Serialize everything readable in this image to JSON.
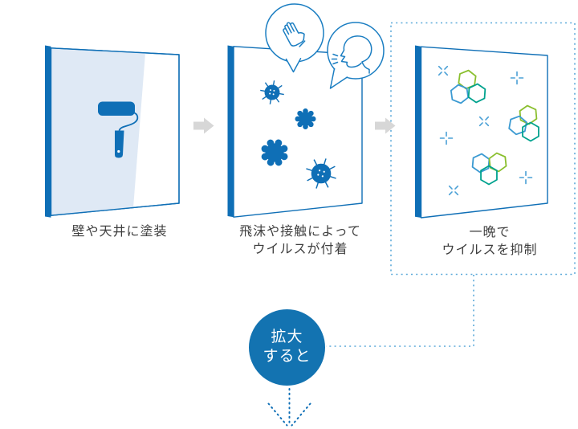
{
  "figure": {
    "steps": [
      {
        "caption_lines": [
          "壁や天井に塗装"
        ]
      },
      {
        "caption_lines": [
          "飛沫や接触によって",
          "ウイルスが付着"
        ]
      },
      {
        "caption_lines": [
          "一晩で",
          "ウイルスを抑制"
        ]
      }
    ],
    "magnify_label_lines": [
      "拡大",
      "すると"
    ]
  },
  "icons": {
    "paint-roller-icon": "svg-shape",
    "arrow-right-icon": "svg-block-arrow",
    "hand-speech-bubble-icon": "svg-shape",
    "cough-speech-bubble-icon": "svg-shape",
    "virus-spiky-icon": "svg-shape",
    "virus-gear-icon": "svg-shape",
    "hexagon-cluster-icon": "svg-shape",
    "sparkle-plus-icon": "svg-shape",
    "sparkle-x-icon": "svg-shape",
    "expand-arrow-icon": "svg-dotted-arrow"
  },
  "colors": {
    "accent": "#0f6fb6",
    "paint": "#dfe9f5",
    "outline": "#1b7ec2",
    "arrow_gray": "#d7d7d7",
    "dotted": "#5ba9d9",
    "sparkle": "#4aa0d6",
    "hex_green": "#8abf2e",
    "hex_teal": "#00a28e",
    "hex_blue": "#3b9ad2",
    "text": "#3f3f3f",
    "circle_fill": "#1373b1"
  }
}
